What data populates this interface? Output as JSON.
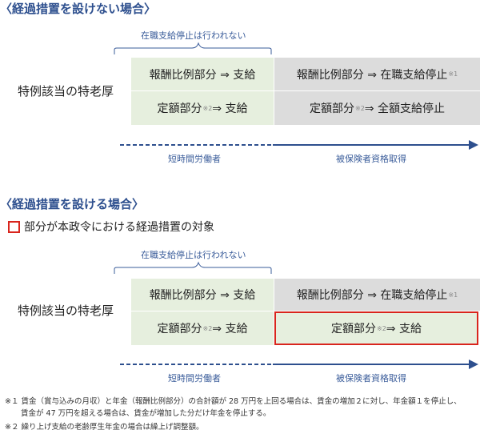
{
  "section1": {
    "title": "〈経過措置を設けない場合〉",
    "bracket_label": "在職支給停止は行われない",
    "row_label": "特例該当の特老厚",
    "cells": [
      {
        "text": "報酬比例部分 ⇒ 支給",
        "note": ""
      },
      {
        "text": "報酬比例部分 ⇒ 在職支給停止",
        "note": "※1"
      },
      {
        "text_a": "定額部分",
        "note": "※2",
        "text_b": "⇒ 支給"
      },
      {
        "text_a": "定額部分",
        "note": "※2",
        "text_b": "⇒ 全額支給停止"
      }
    ],
    "timeline_left": "短時間労働者",
    "timeline_right": "被保険者資格取得"
  },
  "section2": {
    "title": "〈経過措置を設ける場合〉",
    "legend": "部分が本政令における経過措置の対象",
    "bracket_label": "在職支給停止は行われない",
    "row_label": "特例該当の特老厚",
    "cells": [
      {
        "text": "報酬比例部分 ⇒ 支給",
        "note": ""
      },
      {
        "text": "報酬比例部分 ⇒ 在職支給停止",
        "note": "※1"
      },
      {
        "text_a": "定額部分",
        "note": "※2",
        "text_b": "⇒ 支給"
      },
      {
        "text_a": "定額部分",
        "note": "※2",
        "text_b": "⇒ 支給"
      }
    ],
    "timeline_left": "短時間労働者",
    "timeline_right": "被保険者資格取得"
  },
  "footnotes": [
    "※１ 賃金（賞与込みの月収）と年金（報酬比例部分）の合計額が 28 万円を上回る場合は、賃金の増加２に対し、年金額１を停止し、",
    "賃金が 47 万円を超える場合は、賃金が増加した分だけ年金を停止する。",
    "※２ 繰り上げ支給の老齢厚生年金の場合は繰上げ調整額。"
  ],
  "colors": {
    "accent": "#2d4f8e",
    "green": "#e6efde",
    "gray": "#dcdcdc",
    "highlight": "#d9251d"
  }
}
